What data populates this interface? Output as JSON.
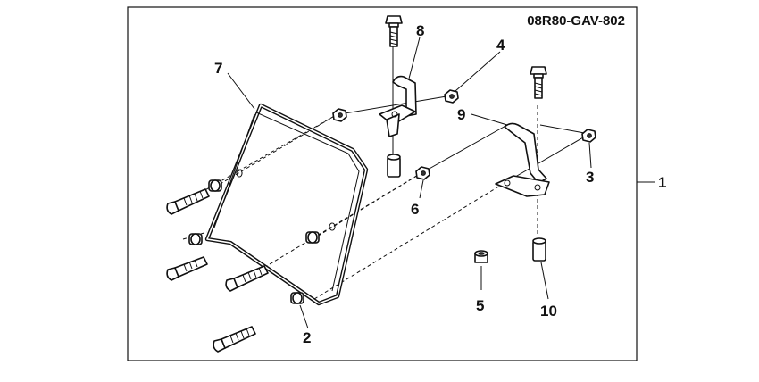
{
  "diagram": {
    "code": "08R80-GAV-802",
    "labels": {
      "p1": "1",
      "p2": "2",
      "p3": "3",
      "p4": "4",
      "p5": "5",
      "p6": "6",
      "p7": "7",
      "p8": "8",
      "p9": "9",
      "p10": "10"
    }
  }
}
